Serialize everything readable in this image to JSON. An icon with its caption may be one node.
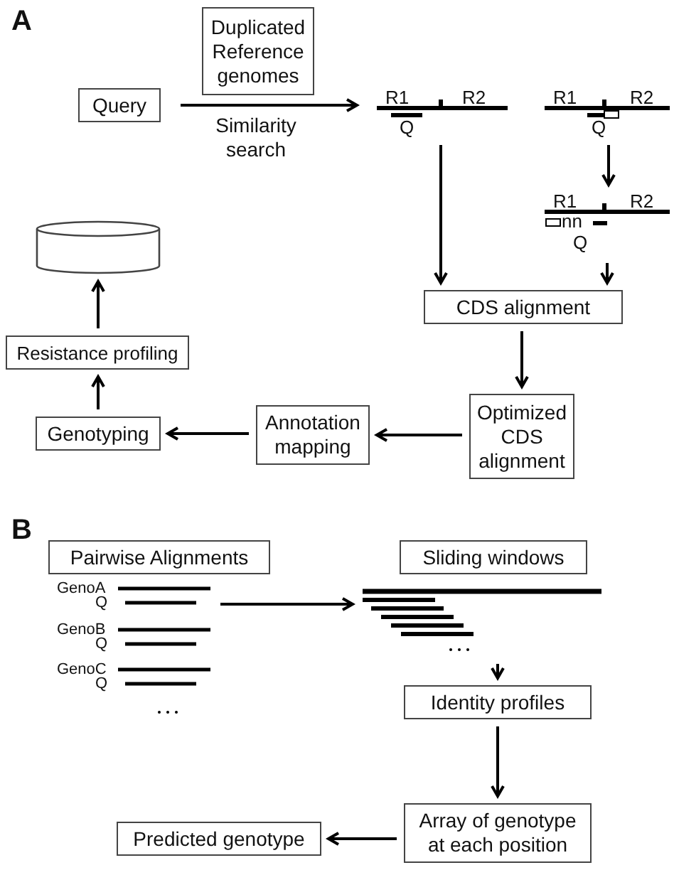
{
  "diagram": {
    "nodes": [
      {
        "text": [
          "Duplicated Reference genomes"
        ]
      },
      {
        "text": [
          "Query"
        ]
      },
      {
        "text": [
          "R1",
          "R2",
          "Q"
        ]
      },
      {
        "text": [
          "R1",
          "R2",
          "Q"
        ]
      },
      {
        "text": [
          "R1",
          "R2",
          "nn",
          "Q"
        ]
      },
      {
        "text": [],
        "shape": "cylinder"
      },
      {
        "text": [
          "CDS alignment"
        ]
      },
      {
        "text": [
          "Resistance profiling"
        ]
      },
      {
        "text": [
          "Optimized CDS alignment"
        ]
      },
      {
        "text": [
          "Genotyping"
        ]
      },
      {
        "text": [
          "Annotation mapping"
        ]
      },
      {
        "text": [
          "Pairwise Alignments"
        ]
      },
      {
        "text": [
          "GenoA",
          "Q",
          "GenoB",
          "Q",
          "GenoC",
          "Q"
        ]
      },
      {
        "text": [
          "Sliding windows"
        ]
      },
      {
        "text": [],
        "shape": "picture"
      },
      {
        "text": [
          "Identity profiles"
        ]
      },
      {
        "text": [
          "Array of genotype at each position"
        ]
      },
      {
        "text": [
          "Predicted genotype"
        ]
      }
    ],
    "edges": [
      {
        "from": 1,
        "to": 2,
        "arrow": "to",
        "label": "Similarity search"
      },
      {
        "from": 2,
        "to": 6,
        "arrow": "to"
      },
      {
        "from": 3,
        "to": 4,
        "arrow": "to"
      },
      {
        "from": 4,
        "to": 6,
        "arrow": "to"
      },
      {
        "from": 6,
        "to": 8,
        "arrow": "to"
      },
      {
        "from": 8,
        "to": 10,
        "arrow": "to"
      },
      {
        "from": 10,
        "to": 9,
        "arrow": "to"
      },
      {
        "from": 9,
        "to": 7,
        "arrow": "to"
      },
      {
        "from": 7,
        "to": 5,
        "arrow": "to"
      },
      {
        "from": 12,
        "to": 14,
        "arrow": "to"
      },
      {
        "from": 14,
        "to": 15,
        "arrow": "to"
      },
      {
        "from": 15,
        "to": 16,
        "arrow": "to"
      },
      {
        "from": 16,
        "to": 17,
        "arrow": "to"
      }
    ],
    "labels": [
      "A",
      "B"
    ]
  }
}
